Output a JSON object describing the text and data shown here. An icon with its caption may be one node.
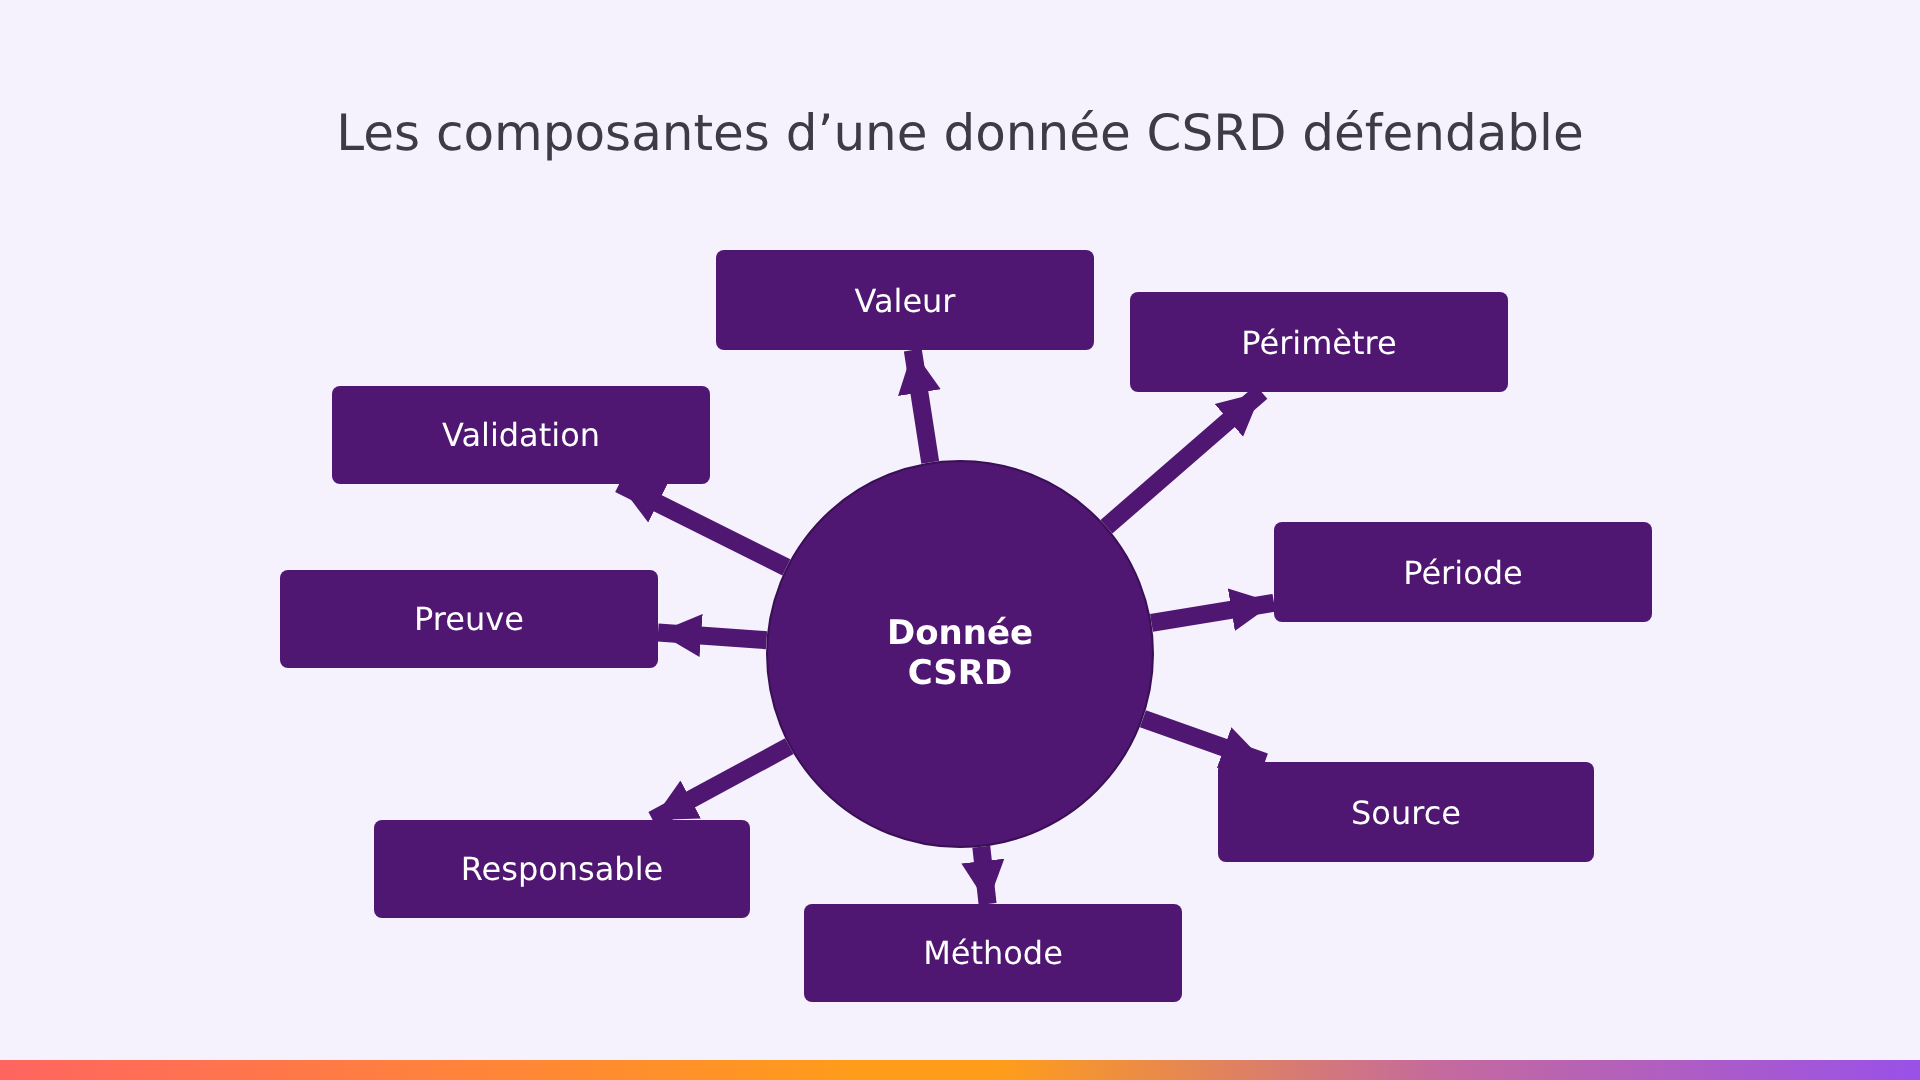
{
  "diagram": {
    "title": "Les composantes d’une donnée CSRD défendable",
    "nodes": [
      {
        "text": [
          "Donnée CSRD"
        ]
      },
      {
        "text": [
          "Valeur"
        ]
      },
      {
        "text": [
          "Périmètre"
        ]
      },
      {
        "text": [
          "Période"
        ]
      },
      {
        "text": [
          "Source"
        ]
      },
      {
        "text": [
          "Méthode"
        ]
      },
      {
        "text": [
          "Responsable"
        ]
      },
      {
        "text": [
          "Preuve"
        ]
      },
      {
        "text": [
          "Validation"
        ]
      }
    ],
    "edges": [
      {
        "from": 0,
        "to": 1,
        "arrow": "to"
      },
      {
        "from": 0,
        "to": 2,
        "arrow": "to"
      },
      {
        "from": 0,
        "to": 3,
        "arrow": "to"
      },
      {
        "from": 0,
        "to": 4,
        "arrow": "to"
      },
      {
        "from": 0,
        "to": 5,
        "arrow": "to"
      },
      {
        "from": 0,
        "to": 6,
        "arrow": "to"
      },
      {
        "from": 0,
        "to": 7,
        "arrow": "to"
      },
      {
        "from": 0,
        "to": 8,
        "arrow": "to"
      }
    ]
  }
}
